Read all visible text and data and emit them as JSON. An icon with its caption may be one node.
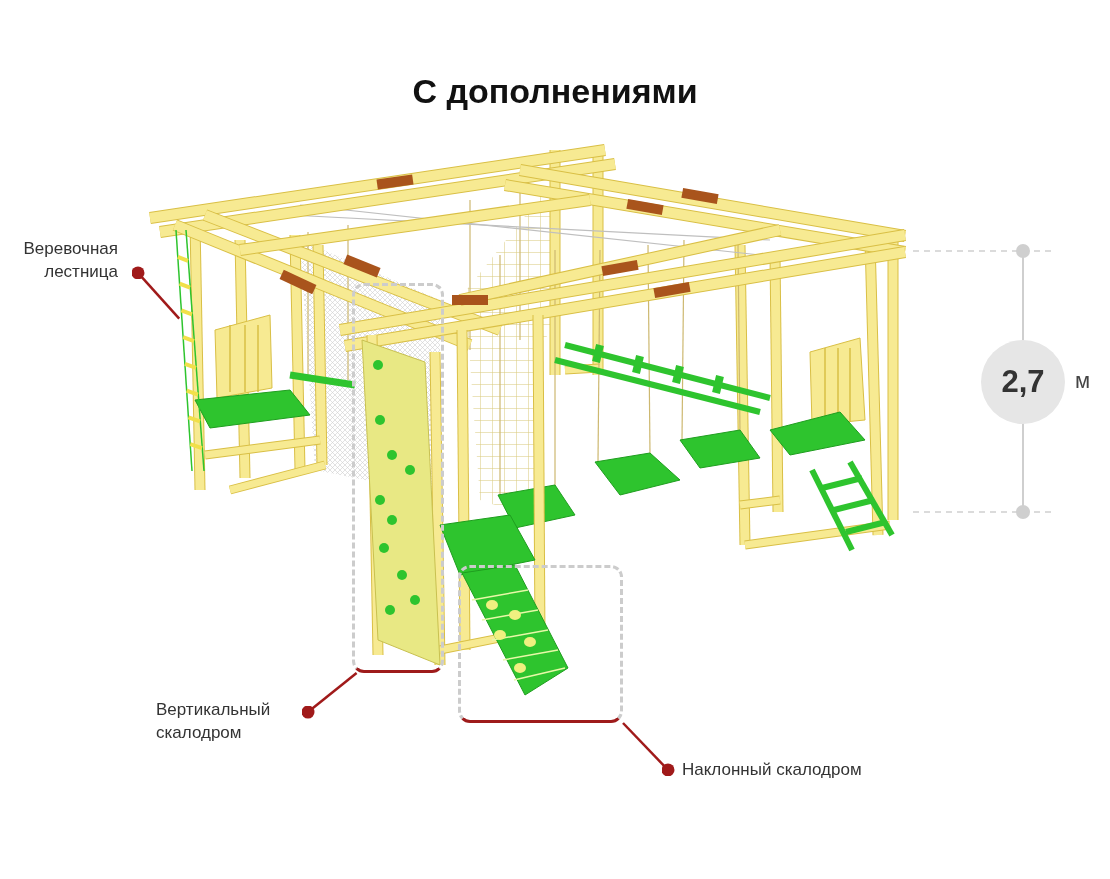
{
  "diagram": {
    "title": "С дополнениями",
    "nodes": [
      {
        "text": [
          "Веревочная лестница"
        ]
      },
      {
        "text": [],
        "shape": "picture"
      },
      {
        "text": [
          "Вертикальный скалодром"
        ]
      },
      {
        "text": [],
        "shape": "box"
      },
      {
        "text": [
          "Наклонный скалодром"
        ]
      },
      {
        "text": [],
        "shape": "box"
      },
      {
        "text": [
          "2,7"
        ],
        "beside": [
          "м"
        ]
      }
    ],
    "edges": [
      {
        "from": 0,
        "to": 1,
        "arrow": "other"
      },
      {
        "from": 2,
        "to": 3,
        "arrow": "other"
      },
      {
        "from": 4,
        "to": 5,
        "arrow": "other"
      }
    ]
  }
}
